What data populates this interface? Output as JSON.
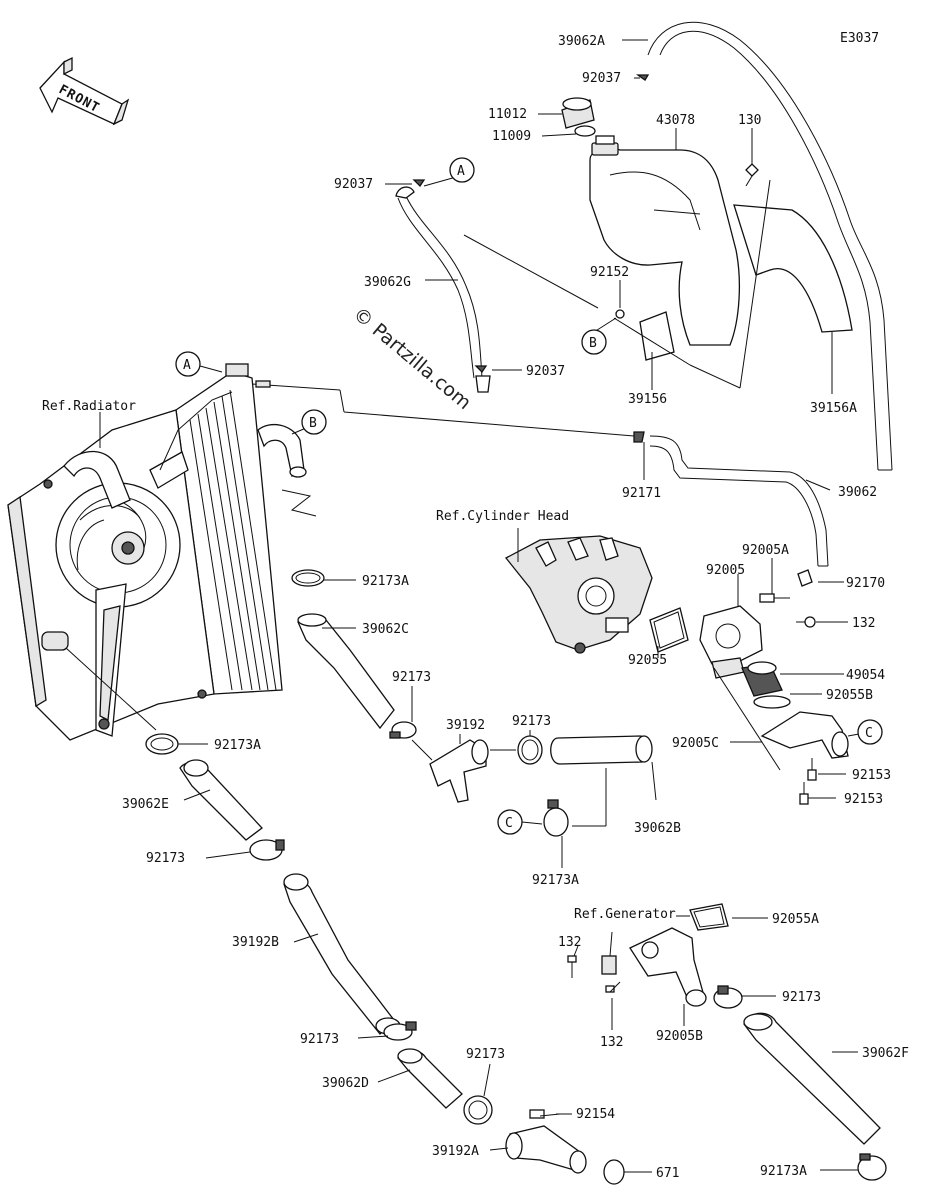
{
  "diagram_code": "E3037",
  "front_label": "FRONT",
  "watermark": "© Partzilla.com",
  "refs": {
    "radiator": "Ref.Radiator",
    "cylinder_head": "Ref.Cylinder Head",
    "generator": "Ref.Generator"
  },
  "markers": {
    "A": "A",
    "B": "B",
    "C": "C"
  },
  "parts": {
    "p39062A": "39062A",
    "p92037_top": "92037",
    "p11012": "11012",
    "p11009": "11009",
    "p43078": "43078",
    "p130": "130",
    "p92037_left": "92037",
    "p39062G": "39062G",
    "p92152": "92152",
    "p92037_mid": "92037",
    "p39156": "39156",
    "p39156A": "39156A",
    "p92171": "92171",
    "p39062": "39062",
    "p92005A": "92005A",
    "p92005": "92005",
    "p92170": "92170",
    "p132_top": "132",
    "p49054": "49054",
    "p92055": "92055",
    "p92055B": "92055B",
    "p92005C": "92005C",
    "p92153_a": "92153",
    "p92153_b": "92153",
    "p92173A_top": "92173A",
    "p39062C": "39062C",
    "p92173_a": "92173",
    "p39192": "39192",
    "p92173_b": "92173",
    "p39062B": "39062B",
    "p92173A_mid": "92173A",
    "p92173A_left": "92173A",
    "p39062E": "39062E",
    "p92173_c": "92173",
    "p39192B": "39192B",
    "p92055A": "92055A",
    "p132_left": "132",
    "p132_bot": "132",
    "p92005B": "92005B",
    "p92173_d": "92173",
    "p92173_e": "92173",
    "p39062F": "39062F",
    "p39062D": "39062D",
    "p92173_f": "92173",
    "p92154": "92154",
    "p39192A": "39192A",
    "p671": "671",
    "p92173A_bot": "92173A"
  }
}
